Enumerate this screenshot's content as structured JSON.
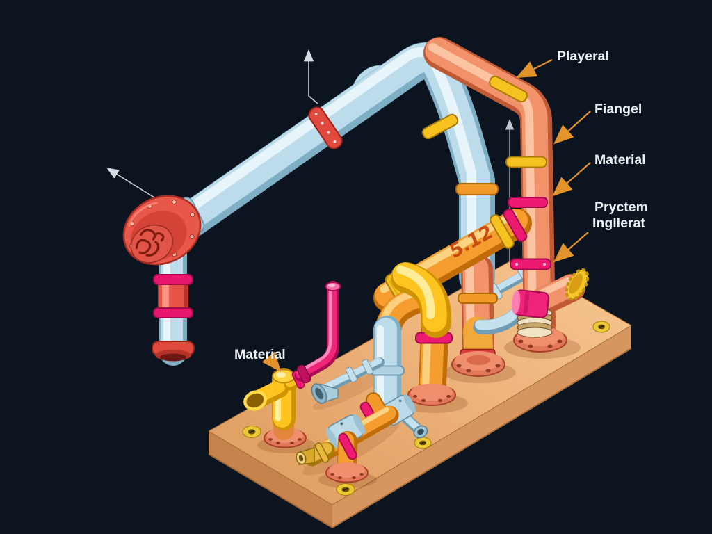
{
  "illustration": {
    "background_color": "#0b141f",
    "plate_color": "#eeb27c",
    "pipe_colors": {
      "light_blue": "#bcdcec",
      "salmon": "#f2926b",
      "orange": "#f59d2e",
      "yellow": "#ffc41f",
      "magenta": "#ee2579",
      "red": "#e05044"
    },
    "leader_color": "#e2932b"
  },
  "callouts": {
    "playeral": "Playeral",
    "fiangel": "Fiangel",
    "material_right": "Material",
    "pryctem_line1": "Pryctem",
    "pryctem_line2": "Ingllerat",
    "material_left": "Material"
  },
  "pipe_marking": "5.12"
}
